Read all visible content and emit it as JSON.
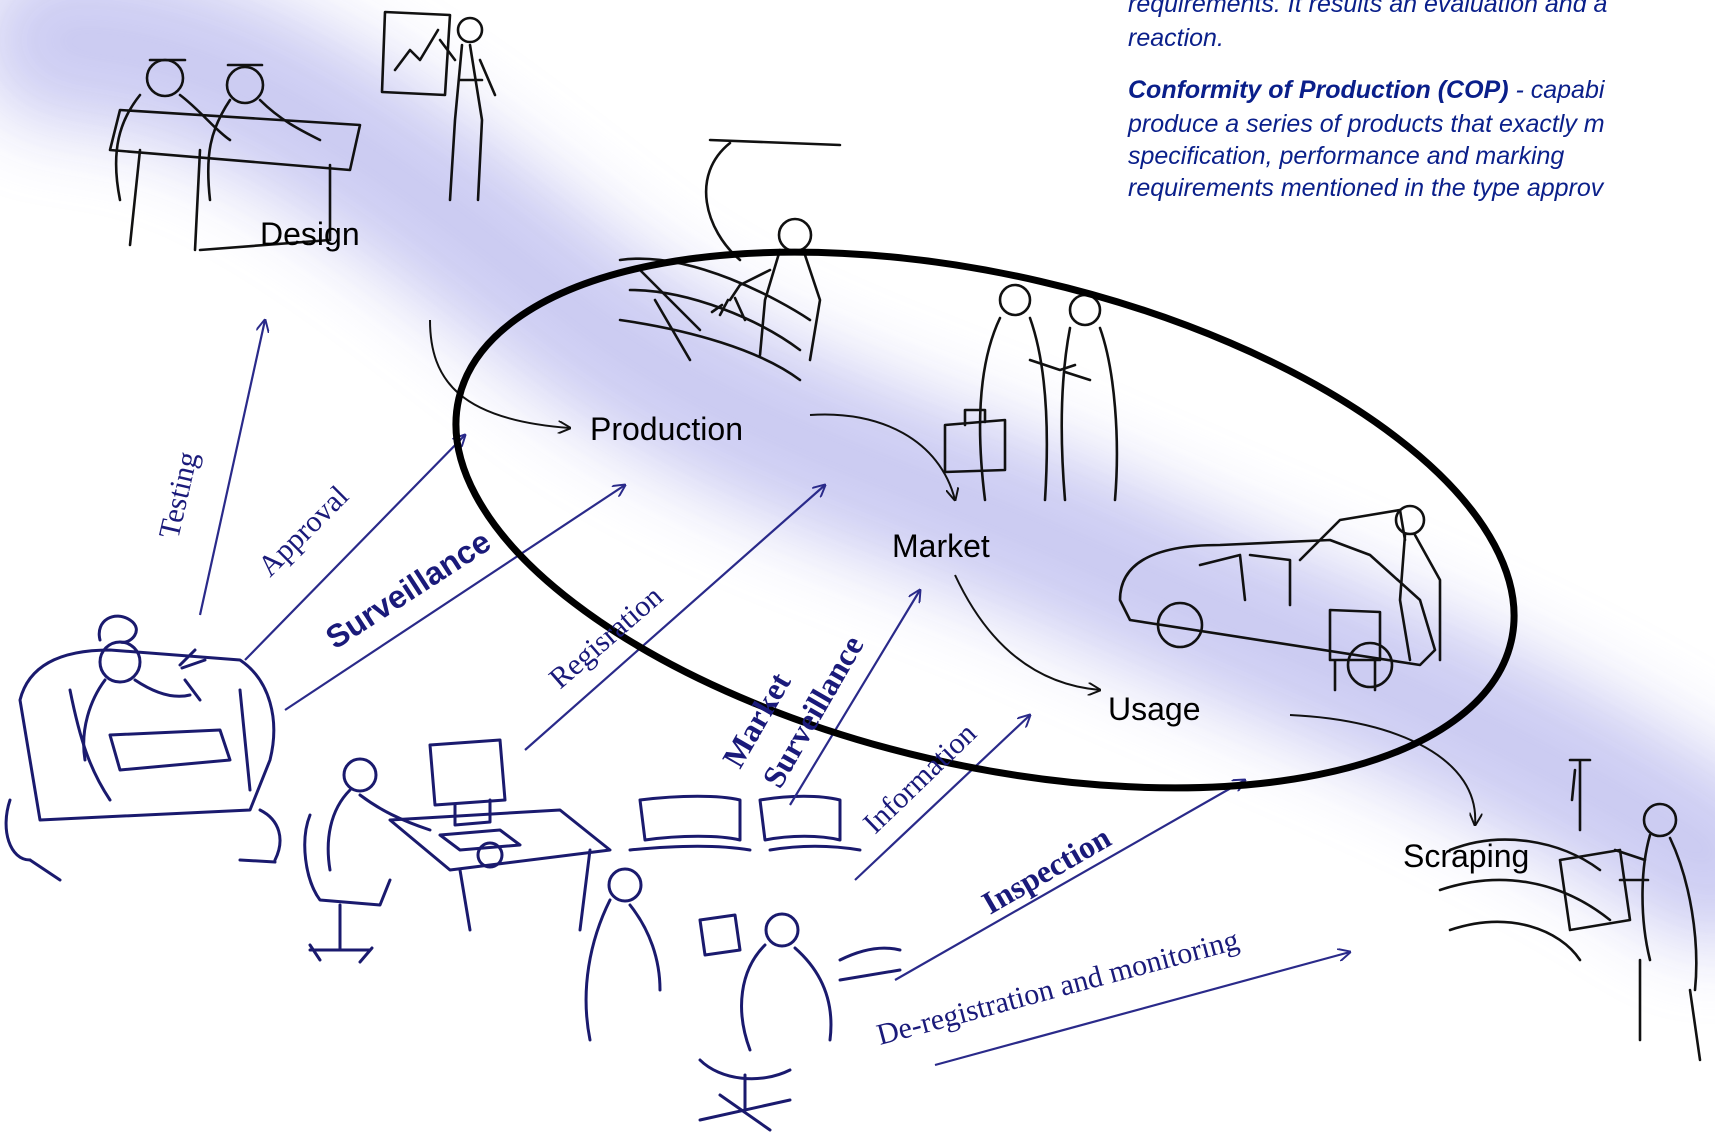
{
  "notes": {
    "line1": "requirements. It results an evaluation and a",
    "line2": "reaction.",
    "cop_term": "Conformity of Production (COP)",
    "cop_rest": " - capabi",
    "cop_line2": "produce a series of products that exactly m",
    "cop_line3": "specification, performance and marking",
    "cop_line4": "requirements mentioned in the type approv"
  },
  "stages": {
    "design": "Design",
    "production": "Production",
    "market": "Market",
    "usage": "Usage",
    "scraping": "Scraping"
  },
  "flows": {
    "testing": "Testing",
    "approval": "Approval",
    "surveillance": "Surveillance",
    "registration": "Regisration",
    "market_surveillance_1": "Market",
    "market_surveillance_2": "Surveillance",
    "information": "Information",
    "inspection": "Inspection",
    "deregistration": "De-registration  and monitoring"
  },
  "icons": [
    "designers-icon",
    "presenter-icon",
    "welder-icon",
    "handshake-icon",
    "car-repair-icon",
    "mechanic-icon",
    "computer-desk-icon",
    "call-center-icon",
    "scrap-worker-icon"
  ],
  "colors": {
    "band": "#c9c9f2",
    "flow_text": "#1a1a7a",
    "note_text": "#0a1f8a"
  }
}
